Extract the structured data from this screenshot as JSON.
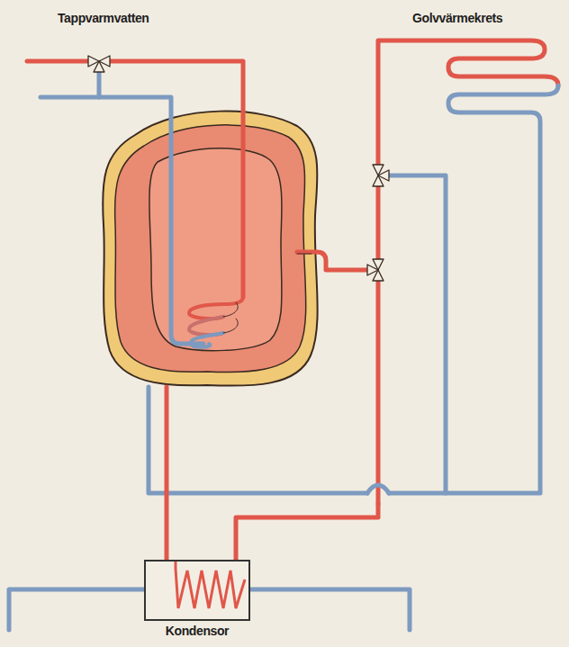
{
  "diagram": {
    "nodes": [
      {
        "text": [
          "Kondensor"
        ]
      }
    ],
    "labels": [
      "Tappvarmvatten",
      "Golvvärmekrets"
    ]
  }
}
